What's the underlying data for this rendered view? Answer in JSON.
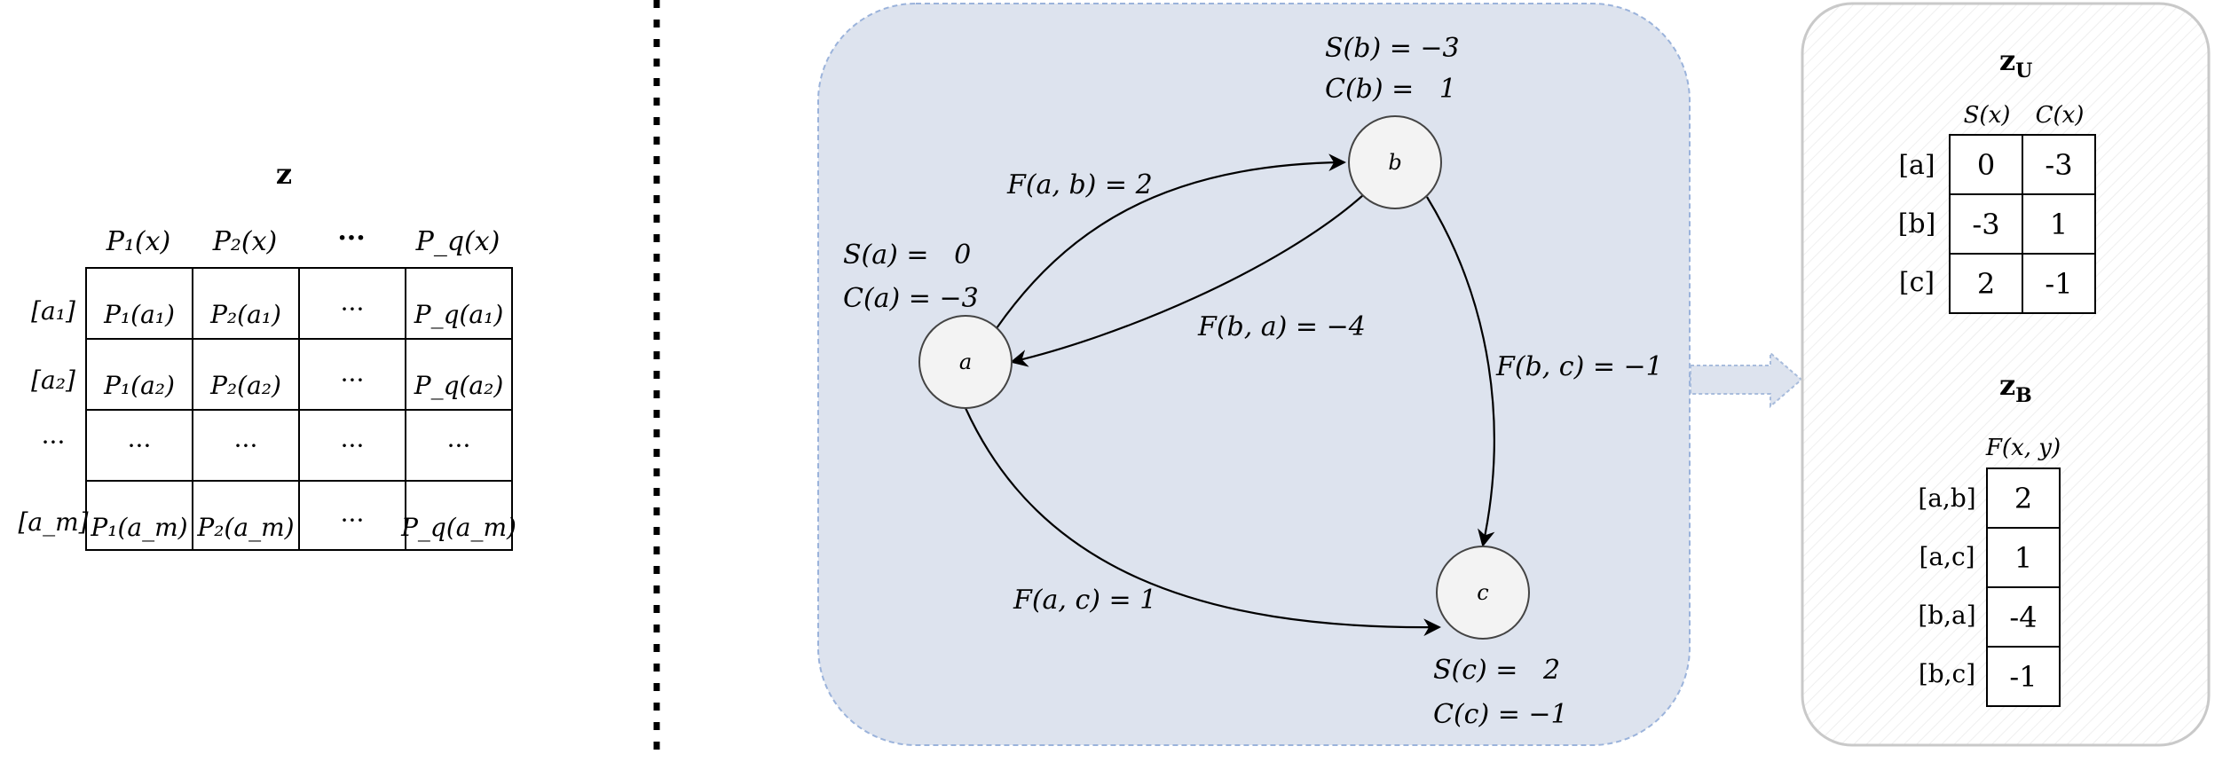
{
  "left_matrix": {
    "title": "z",
    "col_headers": [
      "P₁(x)",
      "P₂(x)",
      "···",
      "P_q(x)"
    ],
    "row_headers": [
      "[a₁]",
      "[a₂]",
      "···",
      "[a_m]"
    ],
    "cells": [
      [
        "P₁(a₁)",
        "P₂(a₁)",
        "···",
        "P_q(a₁)"
      ],
      [
        "P₁(a₂)",
        "P₂(a₂)",
        "···",
        "P_q(a₂)"
      ],
      [
        "···",
        "···",
        "···",
        "···"
      ],
      [
        "P₁(a_m)",
        "P₂(a_m)",
        "···",
        "P_q(a_m)"
      ]
    ]
  },
  "graph": {
    "nodes": {
      "a": {
        "label": "a",
        "s": "S(a) =   0",
        "c": "C(a) = −3"
      },
      "b": {
        "label": "b",
        "s": "S(b) = −3",
        "c": "C(b) =   1"
      },
      "c": {
        "label": "c",
        "s": "S(c) =   2",
        "c": "C(c) = −1"
      }
    },
    "edges": {
      "ab": "F(a, b) = 2",
      "ba": "F(b, a) = −4",
      "bc": "F(b, c) = −1",
      "ac": "F(a, c) = 1"
    }
  },
  "zu": {
    "title": "z",
    "sub": "U",
    "col_headers": [
      "S(x)",
      "C(x)"
    ],
    "row_headers": [
      "[a]",
      "[b]",
      "[c]"
    ],
    "cells": [
      [
        "0",
        "-3"
      ],
      [
        "-3",
        "1"
      ],
      [
        "2",
        "-1"
      ]
    ]
  },
  "zb": {
    "title": "z",
    "sub": "B",
    "col_header": "F(x, y)",
    "row_headers": [
      "[a,b]",
      "[a,c]",
      "[b,a]",
      "[b,c]"
    ],
    "cells": [
      "2",
      "1",
      "-4",
      "-1"
    ]
  },
  "colors": {
    "graph_panel": "#dde3ee",
    "graph_panel_border": "#9bb3db",
    "right_panel_border": "#c9c9c9",
    "arrow_fill": "#dde3ee"
  }
}
